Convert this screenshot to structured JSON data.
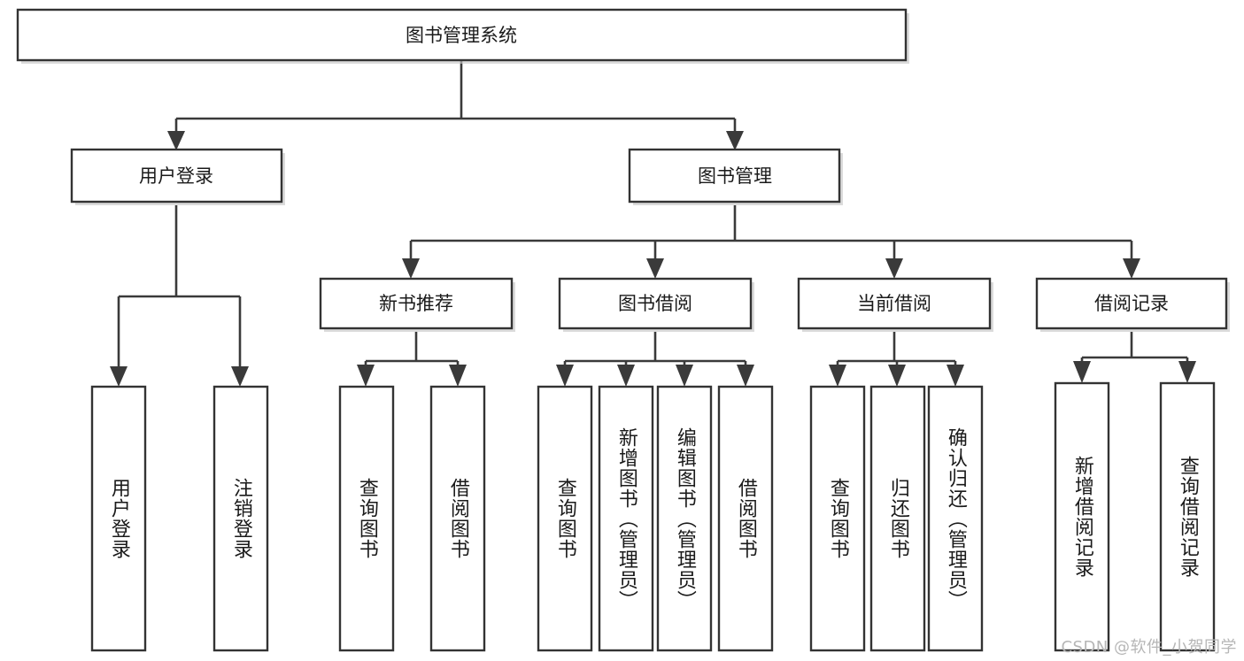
{
  "diagram": {
    "type": "tree",
    "title": "图书管理系统",
    "orientation": "top-down",
    "colors": {
      "box_fill": "#ffffff",
      "box_stroke": "#333333",
      "connector": "#3a3a3a",
      "text": "#1a1a1a",
      "watermark": "#b6b6b6"
    },
    "root": {
      "id": "root",
      "label": "图书管理系统"
    },
    "level2": [
      {
        "id": "user-login",
        "label": "用户登录"
      },
      {
        "id": "book-management",
        "label": "图书管理"
      }
    ],
    "level3": [
      {
        "id": "new-book-recommend",
        "label": "新书推荐",
        "parent": "book-management"
      },
      {
        "id": "book-borrow",
        "label": "图书借阅",
        "parent": "book-management"
      },
      {
        "id": "current-borrow",
        "label": "当前借阅",
        "parent": "book-management"
      },
      {
        "id": "borrow-record",
        "label": "借阅记录",
        "parent": "book-management"
      }
    ],
    "leaves": {
      "user_login": [
        {
          "id": "leaf-user-login",
          "label": "用户登录"
        },
        {
          "id": "leaf-user-logout",
          "label": "注销登录"
        }
      ],
      "new_book_recommend": [
        {
          "id": "leaf-query-book-1",
          "label": "查询图书"
        },
        {
          "id": "leaf-borrow-book-1",
          "label": "借阅图书"
        }
      ],
      "book_borrow": [
        {
          "id": "leaf-query-book-2",
          "label": "查询图书"
        },
        {
          "id": "leaf-add-book",
          "label": "新增图书（管理员）"
        },
        {
          "id": "leaf-edit-book",
          "label": "编辑图书（管理员）"
        },
        {
          "id": "leaf-borrow-book-2",
          "label": "借阅图书"
        }
      ],
      "current_borrow": [
        {
          "id": "leaf-query-book-3",
          "label": "查询图书"
        },
        {
          "id": "leaf-return-book",
          "label": "归还图书"
        },
        {
          "id": "leaf-confirm-return",
          "label": "确认归还（管理员）"
        }
      ],
      "borrow_record": [
        {
          "id": "leaf-add-record",
          "label": "新增借阅记录"
        },
        {
          "id": "leaf-query-record",
          "label": "查询借阅记录"
        }
      ]
    }
  },
  "watermark": {
    "text": "CSDN @软件_小贺同学"
  }
}
